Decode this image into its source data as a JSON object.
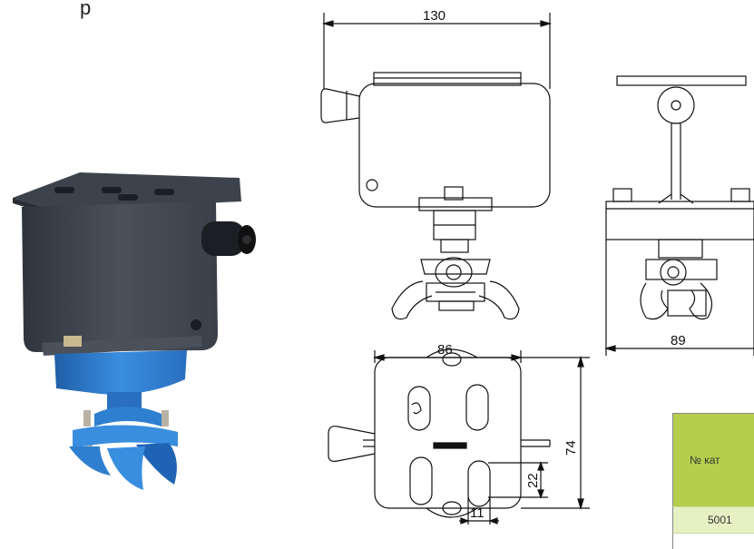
{
  "header": {
    "fragment": "р"
  },
  "dimensions": {
    "side_width": "130",
    "front_width": "89",
    "top_width": "86",
    "top_height": "74",
    "slot_spacing": "22",
    "slot_width": "11"
  },
  "table": {
    "header_label": "№ кат",
    "row_value": "5001"
  },
  "colors": {
    "body_dark": "#3a4049",
    "clamp_blue": "#2f7fd0",
    "table_header": "#b5cf4c",
    "table_row": "#e7f0c2"
  }
}
